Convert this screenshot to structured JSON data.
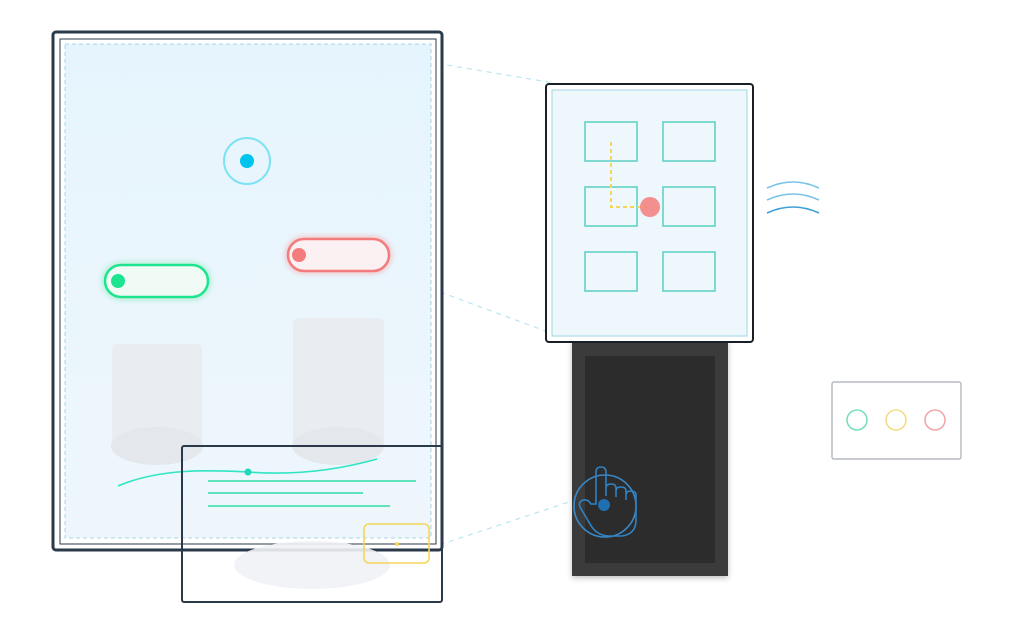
{
  "colors": {
    "frame": "#2b3a4a",
    "panel_fill": "#e8f5fd",
    "accent_cyan": "#00c3ee",
    "accent_green": "#1de48f",
    "accent_red": "#f47c7c",
    "accent_yellow": "#f5d65a",
    "accent_blue": "#1f6fb2",
    "teal": "#5fd4c2",
    "dark_device": "#3a3a3a",
    "dark_screen": "#2a2a2a",
    "ghost": "#e8ebf0"
  },
  "icons": {
    "hand": "hand-touch-icon",
    "wifi": "wifi-signal-icon",
    "cursor_target": "target-icon"
  },
  "palette_swatches": [
    "#78e0b8",
    "#f4dc88",
    "#f0a8a8"
  ],
  "toggles": [
    {
      "id": "green",
      "state": "on"
    },
    {
      "id": "red",
      "state": "on"
    }
  ],
  "grid_tiles": {
    "rows": 3,
    "cols": 2
  }
}
